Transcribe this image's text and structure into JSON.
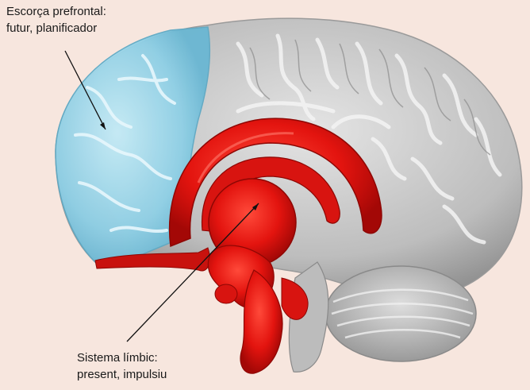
{
  "labels": {
    "prefrontal": {
      "line1": "Escorça prefrontal:",
      "line2": "futur, planificador"
    },
    "limbic": {
      "line1": "Sistema límbic:",
      "line2": "present, impulsiu"
    }
  },
  "colors": {
    "background": "#f7e6de",
    "prefrontal_cortex": "#8fd0e6",
    "limbic_system": "#e3140f",
    "brain_gray": "#c9c9c9"
  }
}
